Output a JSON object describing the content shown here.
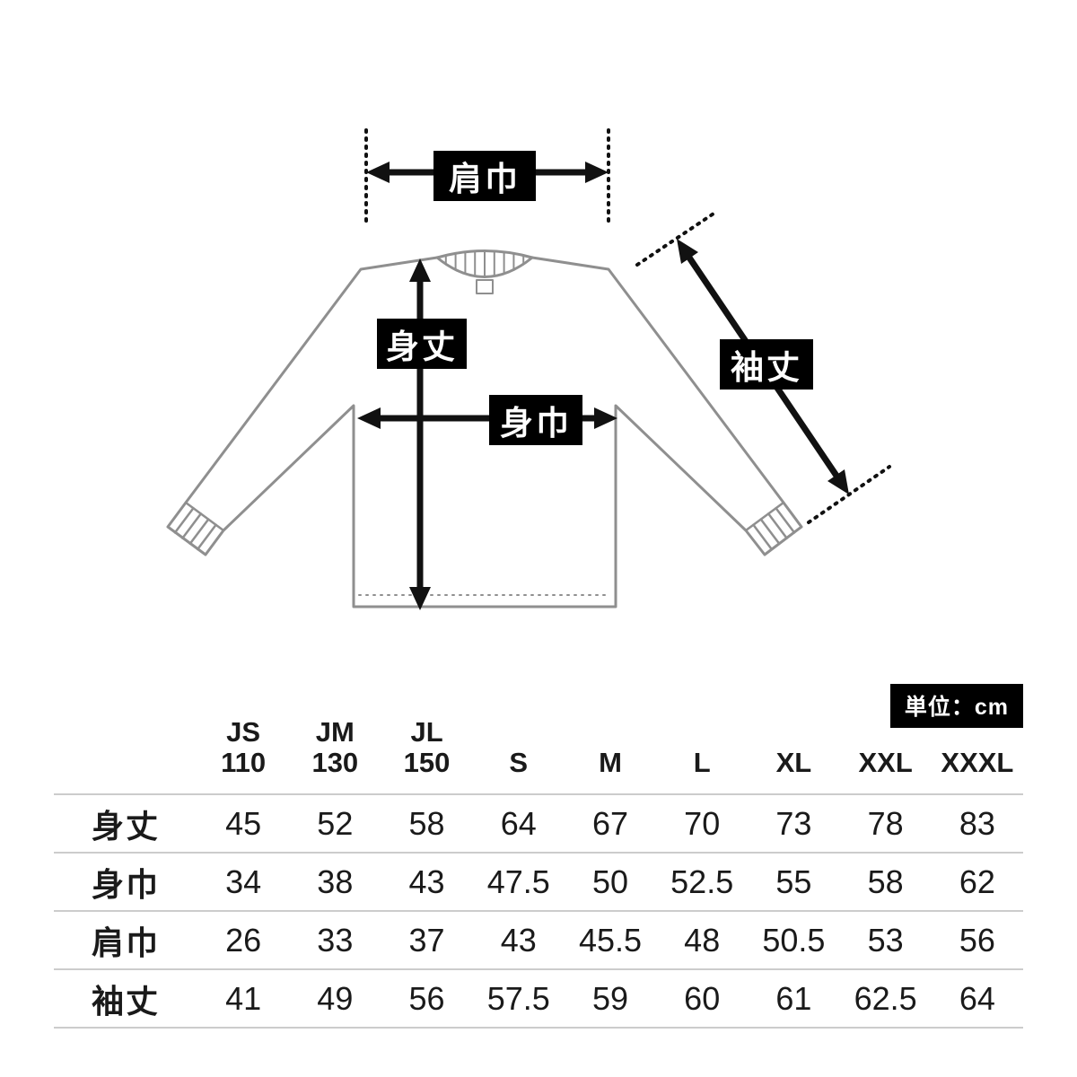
{
  "diagram": {
    "shoulder_label": "肩巾",
    "body_length_label": "身丈",
    "body_width_label": "身巾",
    "sleeve_label": "袖丈"
  },
  "colors": {
    "label_bg": "#000000",
    "label_text": "#ffffff",
    "arrow": "#111111",
    "shirt_outline": "#8f8f8f",
    "table_line": "#cccccc"
  },
  "table": {
    "unit": "単位：cm",
    "columns": [
      {
        "line1": "JS",
        "line2": "110"
      },
      {
        "line1": "JM",
        "line2": "130"
      },
      {
        "line1": "JL",
        "line2": "150"
      },
      {
        "line1": "",
        "line2": "S"
      },
      {
        "line1": "",
        "line2": "M"
      },
      {
        "line1": "",
        "line2": "L"
      },
      {
        "line1": "",
        "line2": "XL"
      },
      {
        "line1": "",
        "line2": "XXL"
      },
      {
        "line1": "",
        "line2": "XXXL"
      }
    ],
    "rows": [
      {
        "label": "身丈",
        "values": [
          "45",
          "52",
          "58",
          "64",
          "67",
          "70",
          "73",
          "78",
          "83"
        ]
      },
      {
        "label": "身巾",
        "values": [
          "34",
          "38",
          "43",
          "47.5",
          "50",
          "52.5",
          "55",
          "58",
          "62"
        ]
      },
      {
        "label": "肩巾",
        "values": [
          "26",
          "33",
          "37",
          "43",
          "45.5",
          "48",
          "50.5",
          "53",
          "56"
        ]
      },
      {
        "label": "袖丈",
        "values": [
          "41",
          "49",
          "56",
          "57.5",
          "59",
          "60",
          "61",
          "62.5",
          "64"
        ]
      }
    ]
  }
}
